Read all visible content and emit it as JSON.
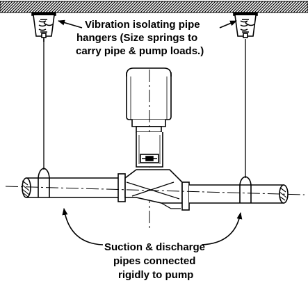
{
  "annotations": {
    "hanger_note": {
      "line1": "Vibration isolating pipe",
      "line2": "hangers (Size springs to",
      "line3": "carry pipe & pump loads.)"
    },
    "pipe_note": {
      "line1": "Suction & discharge",
      "line2": "pipes connected",
      "line3": "rigidly to pump"
    }
  },
  "colors": {
    "ink": "#000000",
    "paper": "#ffffff",
    "ceiling_hatch": "#555555"
  }
}
